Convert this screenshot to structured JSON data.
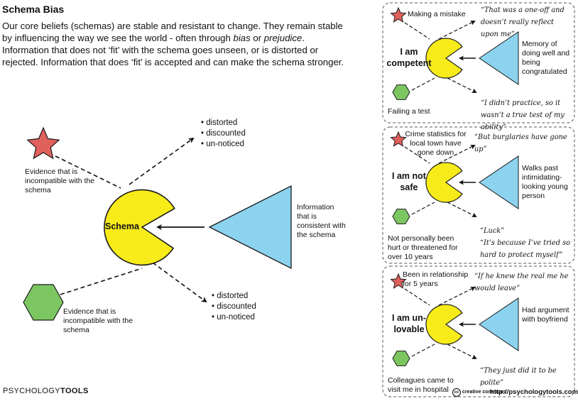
{
  "title": "Schema Bias",
  "intro": {
    "p1": "Our core beliefs (schemas) are stable and resistant to change.  They remain stable by influencing the way we see the world - often through ",
    "em1": "bias",
    "or": " or ",
    "em2": "prejudice",
    "p2": ".  Information that does not ‘fit’ with the  schema goes unseen, or is distorted or rejected. Information that does ‘fit’ is accepted and can make the schema stronger."
  },
  "main": {
    "schema_label": "Schema",
    "star_evidence": "Evidence that is incompatible with the schema",
    "hex_evidence": "Evidence that is incompatible with the schema",
    "consistent": "Information that is consistent with the schema",
    "outcomes_top": [
      "distorted",
      "discounted",
      "un-noticed"
    ],
    "outcomes_bottom": [
      "distorted",
      "discounted",
      "un-noticed"
    ]
  },
  "examples": [
    {
      "belief": [
        "I am",
        "competent"
      ],
      "star_label": "Making a mistake",
      "star_quote": "“That was a one-off and doesn’t really reflect upon me”",
      "hex_label": "Failing a test",
      "hex_quote": "“I didn’t practice, so it wasn’t a true test of my ability”",
      "triangle_label": "Memory of doing well and being congratulated"
    },
    {
      "belief": [
        "I am not",
        "safe"
      ],
      "star_label": "Crime statistics for local town have gone down",
      "star_quote": "“But burglaries have gone up”",
      "hex_label": "Not personally been hurt or threatened for over 10 years",
      "hex_quote1": "“Luck”",
      "hex_quote2": "“It’s because I’ve tried so hard to protect myself”",
      "triangle_label": "Walks past intimidating-looking young person"
    },
    {
      "belief": [
        "I am un-",
        "lovable"
      ],
      "star_label": "Been in relationship for 5 years",
      "star_quote": "“If he knew the real me he would leave”",
      "hex_label": "Colleagues came to visit me in hospital",
      "hex_quote": "“They just did it to be polite”",
      "triangle_label": "Had argument with boyfriend"
    }
  ],
  "footer": {
    "brand_a": "PSYCHOLOGY",
    "brand_b": "TOOLS",
    "cc_mark": "cc",
    "cc_text": "creative commons",
    "website": "http://psychologytools.com"
  },
  "colors": {
    "star": "#e0605c",
    "hexagon": "#7cc662",
    "triangle": "#8cd3ef",
    "pacman": "#f7eb1a",
    "outline": "#1a1a1a"
  },
  "icons": [
    "star-icon",
    "hexagon-icon",
    "triangle-icon",
    "pacman-icon",
    "arrow-icon"
  ]
}
